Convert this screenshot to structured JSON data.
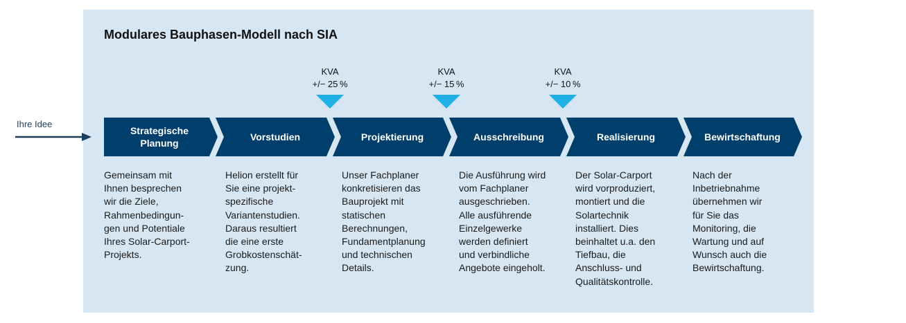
{
  "title": "Modulares Bauphasen-Modell nach SIA",
  "idea_label": "Ihre Idee",
  "kva_markers": [
    {
      "label": "KVA",
      "range": "+/− 25 %"
    },
    {
      "label": "KVA",
      "range": "+/− 15 %"
    },
    {
      "label": "KVA",
      "range": "+/− 10 %"
    }
  ],
  "phases": [
    {
      "name": "Strategische\nPlanung",
      "description": "Gemeinsam mit\nIhnen besprechen\nwir die Ziele,\nRahmenbedingun-\ngen und Potentiale\nIhres Solar-Carport-\nProjekts."
    },
    {
      "name": "Vorstudien",
      "description": "Helion erstellt für\nSie eine projekt-\nspezifische\nVariantenstudien.\nDaraus resultiert\ndie eine erste\nGrobkostenschät-\nzung."
    },
    {
      "name": "Projektierung",
      "description": "Unser Fachplaner\nkonkretisieren das\nBauprojekt mit\nstatischen\nBerechnungen,\nFundamentplanung\nund technischen\nDetails."
    },
    {
      "name": "Ausschreibung",
      "description": "Die Ausführung wird\nvom Fachplaner\nausgeschrieben.\nAlle ausführende\nEinzelgewerke\nwerden definiert\nund verbindliche\nAngebote eingeholt."
    },
    {
      "name": "Realisierung",
      "description": "Der Solar-Carport\nwird vorproduziert,\nmontiert und die\nSolartechnik\ninstalliert. Dies\nbeinhaltet u.a. den\nTiefbau, die\nAnschluss- und\nQualitätskontrolle."
    },
    {
      "name": "Bewirtschaftung",
      "description": "Nach der\nInbetriebnahme\nübernehmen wir\nfür Sie das\nMonitoring, die\nWartung und auf\nWunsch auch die\nBewirtschaftung."
    }
  ],
  "colors": {
    "panel_background": "#d6e6f2",
    "phase_chevron": "#003f6b",
    "kva_marker": "#1fb0e6",
    "arrow": "#1c3f5e"
  }
}
